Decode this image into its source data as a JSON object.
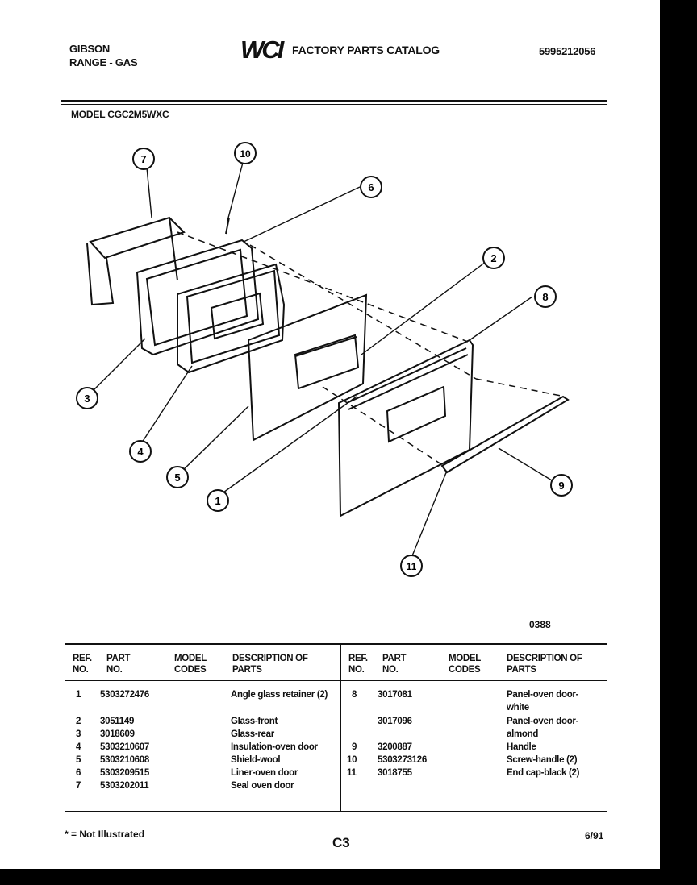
{
  "header": {
    "brand": "GIBSON",
    "product": "RANGE - GAS",
    "logo": "WCI",
    "catalog_title": "FACTORY PARTS CATALOG",
    "catalog_number": "5995212056",
    "model": "MODEL CGC2M5WXC"
  },
  "diagram": {
    "callouts": [
      "1",
      "2",
      "3",
      "4",
      "5",
      "6",
      "7",
      "8",
      "9",
      "10",
      "11"
    ],
    "code": "0388"
  },
  "parts_table": {
    "headers": {
      "ref": "REF. NO.",
      "part": "PART NO.",
      "model": "MODEL CODES",
      "desc": "DESCRIPTION OF PARTS"
    },
    "left_rows": [
      {
        "ref": "1",
        "part": "5303272476",
        "model": "",
        "desc": "Angle glass retainer (2)"
      },
      {
        "ref": "2",
        "part": "3051149",
        "model": "",
        "desc": "Glass-front"
      },
      {
        "ref": "3",
        "part": "3018609",
        "model": "",
        "desc": "Glass-rear"
      },
      {
        "ref": "4",
        "part": "5303210607",
        "model": "",
        "desc": "Insulation-oven door"
      },
      {
        "ref": "5",
        "part": "5303210608",
        "model": "",
        "desc": "Shield-wool"
      },
      {
        "ref": "6",
        "part": "5303209515",
        "model": "",
        "desc": "Liner-oven door"
      },
      {
        "ref": "7",
        "part": "5303202011",
        "model": "",
        "desc": "Seal oven door"
      }
    ],
    "right_rows": [
      {
        "ref": "8",
        "part": "3017081",
        "model": "",
        "desc": "Panel-oven door-white"
      },
      {
        "ref": "",
        "part": "3017096",
        "model": "",
        "desc": "Panel-oven door-almond"
      },
      {
        "ref": "9",
        "part": "3200887",
        "model": "",
        "desc": "Handle"
      },
      {
        "ref": "10",
        "part": "5303273126",
        "model": "",
        "desc": "Screw-handle (2)"
      },
      {
        "ref": "11",
        "part": "3018755",
        "model": "",
        "desc": "End cap-black (2)"
      }
    ]
  },
  "footer": {
    "note": "* = Not Illustrated",
    "page_code": "C3",
    "date": "6/91"
  }
}
